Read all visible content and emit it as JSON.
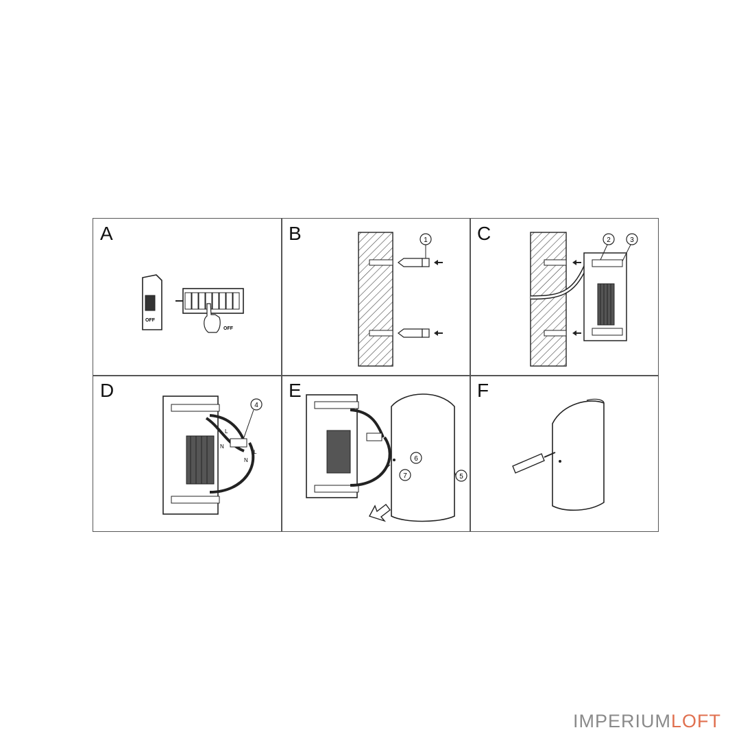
{
  "panels": [
    {
      "letter": "A",
      "labels": [
        "OFF",
        "OFF"
      ]
    },
    {
      "letter": "B",
      "labels": [
        "1"
      ]
    },
    {
      "letter": "C",
      "labels": [
        "2",
        "3"
      ]
    },
    {
      "letter": "D",
      "labels": [
        "4",
        "N",
        "L",
        "N",
        "L"
      ]
    },
    {
      "letter": "E",
      "labels": [
        "6",
        "7",
        "5"
      ]
    },
    {
      "letter": "F",
      "labels": []
    }
  ],
  "brand": {
    "part1": "IMPERIUM",
    "part2": "LOFT",
    "color1": "#8a8a8a",
    "color2": "#e0704f"
  }
}
